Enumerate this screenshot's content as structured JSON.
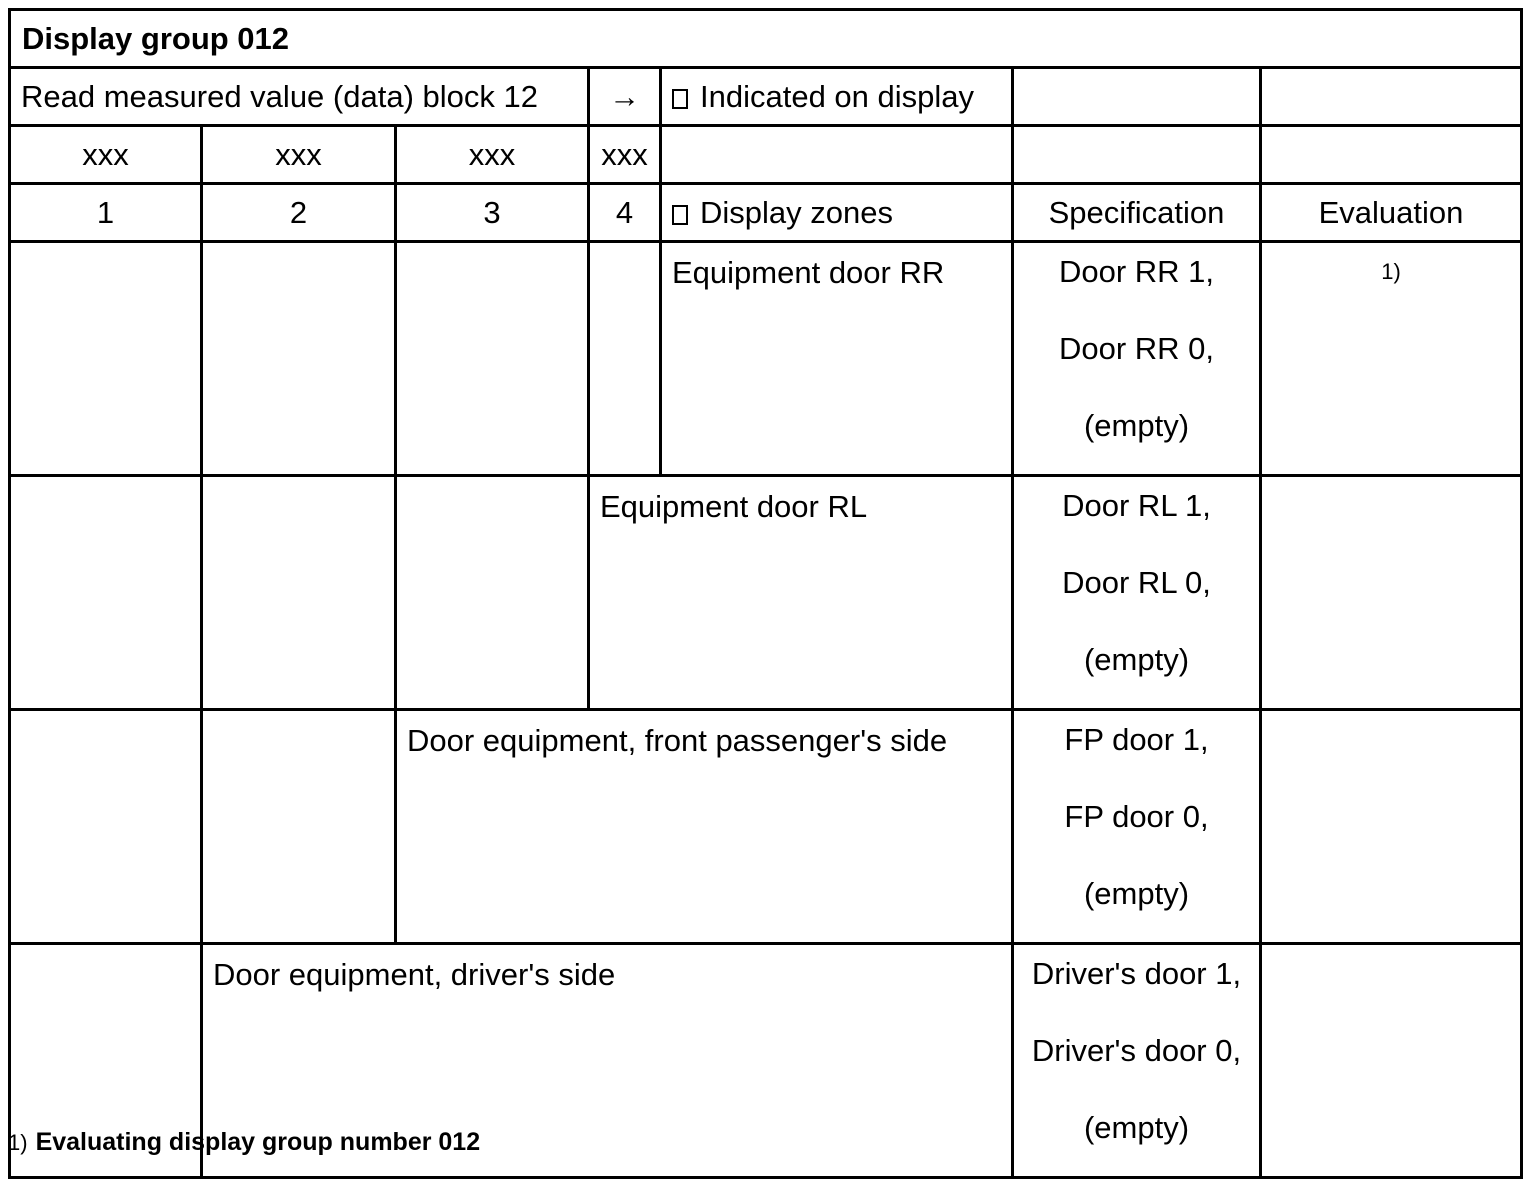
{
  "title": "Display group 012",
  "header": {
    "read_label": "Read measured value (data) block 12",
    "arrow": "→",
    "indicated_label": "Indicated on display"
  },
  "placeholders": [
    "xxx",
    "xxx",
    "xxx",
    "xxx"
  ],
  "columns": {
    "numbers": [
      "1",
      "2",
      "3",
      "4"
    ],
    "zones_label": "Display zones",
    "spec_label": "Specification",
    "eval_label": "Evaluation"
  },
  "rows": [
    {
      "zone": "Equipment door RR",
      "spec": [
        "Door RR 1,",
        "Door RR 0,",
        "(empty)"
      ],
      "eval": "1)"
    },
    {
      "zone": "Equipment door RL",
      "spec": [
        "Door RL 1,",
        "Door RL 0,",
        "(empty)"
      ],
      "eval": ""
    },
    {
      "zone": "Door equipment, front passenger's side",
      "spec": [
        "FP door 1,",
        "FP door 0,",
        "(empty)"
      ],
      "eval": ""
    },
    {
      "zone": "Door equipment, driver's side",
      "spec": [
        "Driver's door 1,",
        "Driver's door 0,",
        "(empty)"
      ],
      "eval": ""
    }
  ],
  "footnote": {
    "mark": "1)",
    "text": "Evaluating display group number 012"
  },
  "icons": {
    "checkbox": "checkbox-icon"
  }
}
